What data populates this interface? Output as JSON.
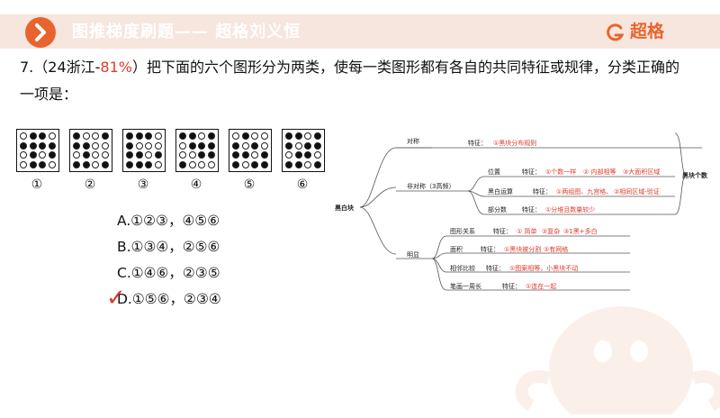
{
  "header": {
    "title": "图推梯度刷题—— 超格刘义恒",
    "logo_text": "超格",
    "logo_icon": "g-swirl-icon"
  },
  "question": {
    "number": "7.",
    "source_prefix": "（24浙江-",
    "accuracy": "81%",
    "source_suffix": "）",
    "body": "把下面的六个图形分为两类，使每一类图形都有各自的共同特征或规律，分类正确的",
    "body_line2": "一项是："
  },
  "figures": {
    "labels": [
      "①",
      "②",
      "③",
      "④",
      "⑤",
      "⑥"
    ],
    "grids": [
      [
        [
          0,
          1,
          1,
          0
        ],
        [
          1,
          1,
          1,
          1
        ],
        [
          0,
          1,
          0,
          1
        ],
        [
          0,
          1,
          1,
          0
        ]
      ],
      [
        [
          1,
          0,
          0,
          1
        ],
        [
          1,
          1,
          0,
          0
        ],
        [
          0,
          1,
          0,
          0
        ],
        [
          1,
          1,
          0,
          1
        ]
      ],
      [
        [
          1,
          1,
          1,
          0
        ],
        [
          1,
          0,
          0,
          0
        ],
        [
          1,
          1,
          0,
          1
        ],
        [
          1,
          1,
          1,
          0
        ]
      ],
      [
        [
          1,
          1,
          0,
          1
        ],
        [
          0,
          1,
          1,
          1
        ],
        [
          0,
          0,
          1,
          1
        ],
        [
          1,
          0,
          0,
          0
        ]
      ],
      [
        [
          0,
          1,
          0,
          0
        ],
        [
          1,
          0,
          1,
          0
        ],
        [
          1,
          1,
          0,
          1
        ],
        [
          1,
          0,
          1,
          1
        ]
      ],
      [
        [
          1,
          1,
          0,
          1
        ],
        [
          1,
          0,
          1,
          1
        ],
        [
          0,
          1,
          1,
          0
        ],
        [
          1,
          1,
          0,
          1
        ]
      ]
    ]
  },
  "options": [
    {
      "letter": "A.",
      "text": "①②③，④⑤⑥"
    },
    {
      "letter": "B.",
      "text": "①③④，②⑤⑥"
    },
    {
      "letter": "C.",
      "text": "①④⑥，②③⑤"
    },
    {
      "letter": "D.",
      "text": "①⑤⑥，②③④"
    }
  ],
  "answer_mark": "✓",
  "mindmap": {
    "root": "黑白块",
    "right_label": "黑块个数",
    "duichen": "对称",
    "duichen_feature": "特征：",
    "duichen_value": "①黑块分布规则",
    "feiduichen": "非对称（3高频）",
    "weizhi": "位置",
    "weizhi_feature": "特征：",
    "weizhi_value_a": "①个数一样",
    "weizhi_value_b": "② 内部相等",
    "weizhi_value_c": "③大面积区域",
    "heibai": "黑白运算",
    "heibai_feature": "特征：",
    "heibai_value_a": "①两组图、九宫格、",
    "heibai_value_b": "②相同区域-验证",
    "bufen": "部分数",
    "bufen_feature": "特征：",
    "bufen_value": "①分堆且数量较少",
    "mingxian": "明显",
    "tuxing": "图形关系",
    "tuxing_feature": "特征：",
    "tuxing_value_a": "① 简单",
    "tuxing_value_b": "②复杂",
    "tuxing_value_c": "③1黑+多白",
    "mianji": "面积",
    "mianji_feature": "特征：",
    "mianji_value_a": "①黑块被分割",
    "mianji_value_b": "②有网格",
    "xianglin": "相邻比较",
    "xianglin_feature": "特征：",
    "xianglin_value": "①图案相等，小黑块不动",
    "bihua": "笔画一周长",
    "bihua_feature": "特征：",
    "bihua_value": "①连在一起"
  },
  "colors": {
    "accent": "#e8642f",
    "header_bg": "#f7e6dd",
    "answer_red": "#e23a2a"
  }
}
